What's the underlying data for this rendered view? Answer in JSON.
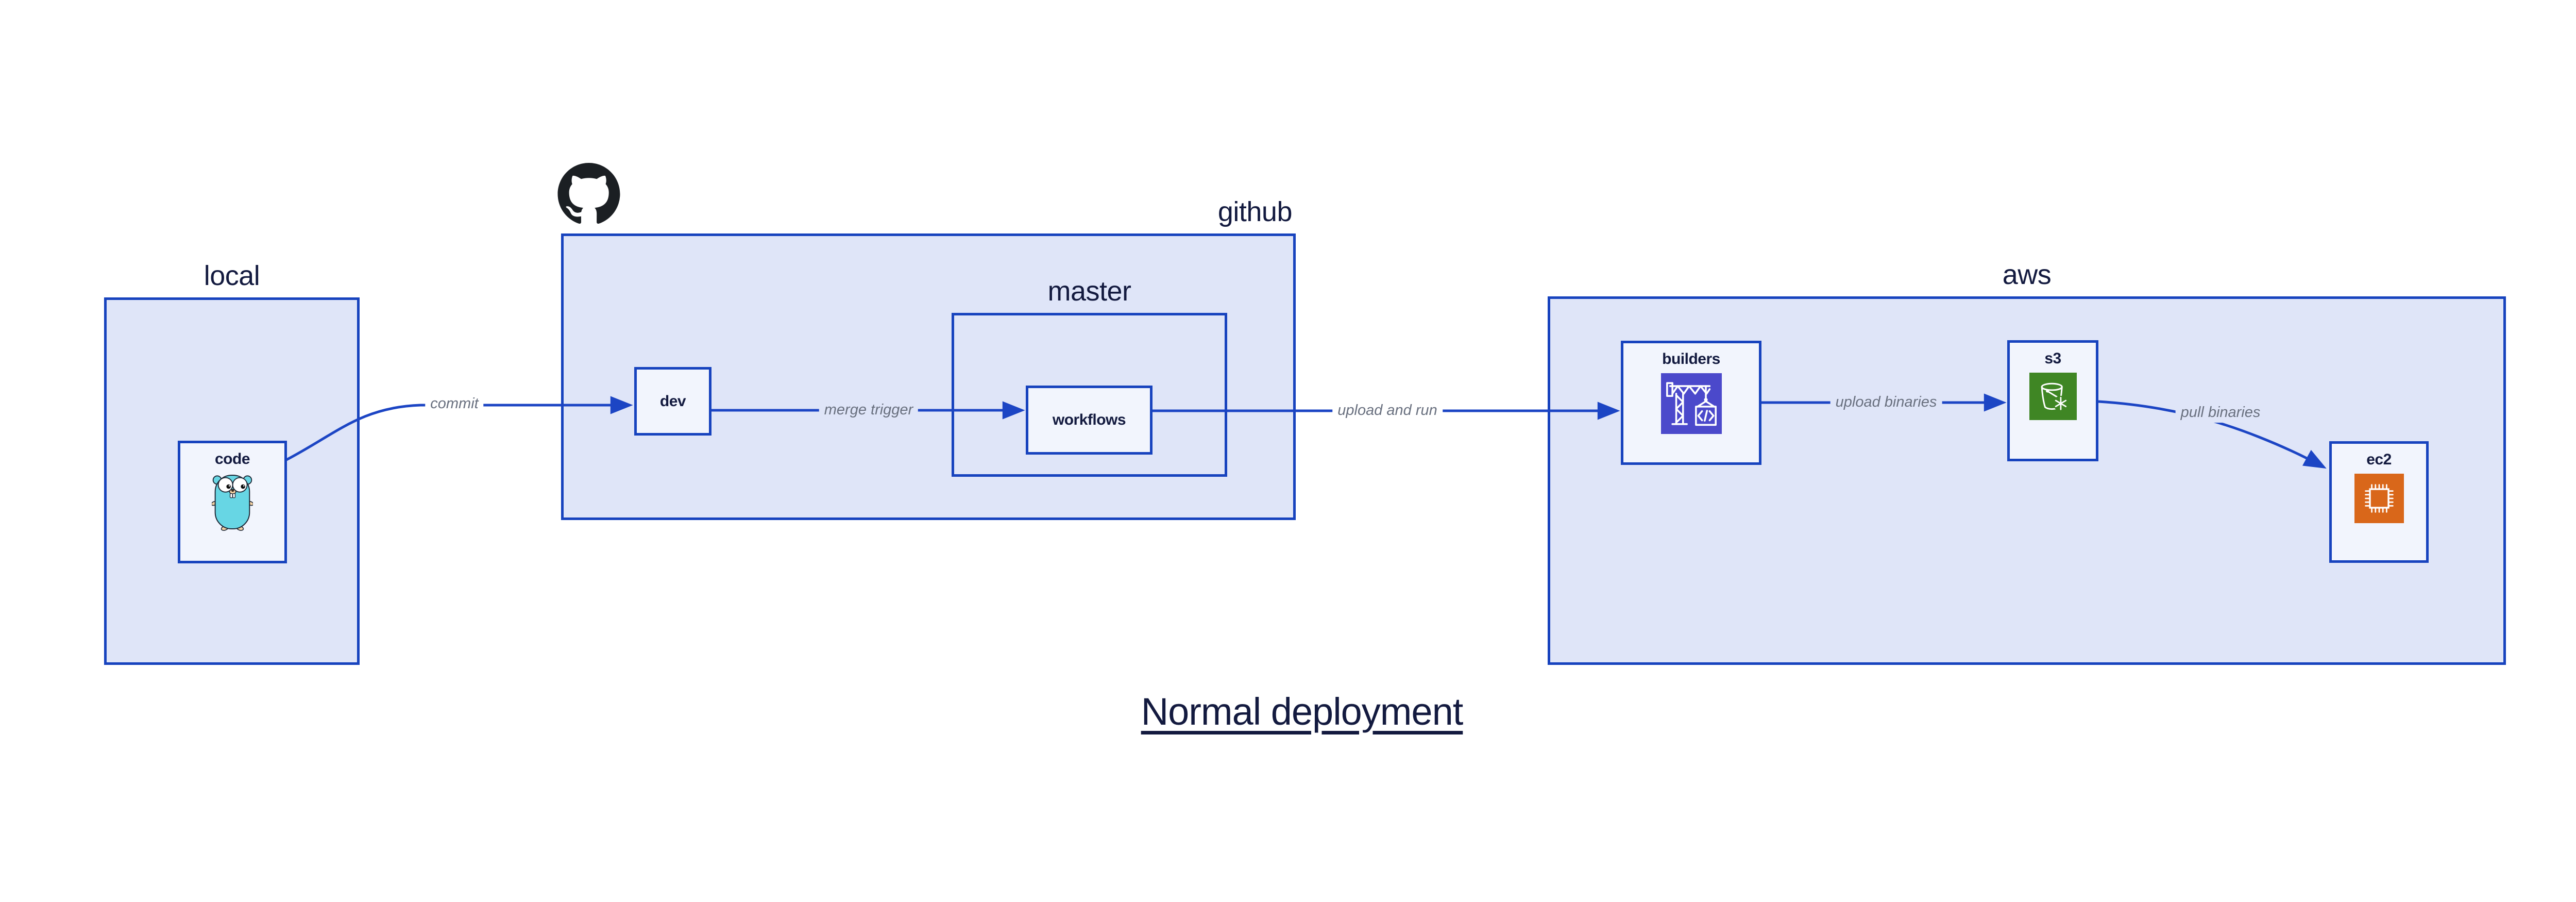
{
  "title": {
    "text": "Normal deployment"
  },
  "groups": {
    "local": {
      "label": "local"
    },
    "github": {
      "label": "github",
      "icon": "github-octocat-icon"
    },
    "master": {
      "label": "master"
    },
    "aws": {
      "label": "aws"
    }
  },
  "nodes": {
    "code": {
      "label": "code",
      "icon": "go-gopher-icon"
    },
    "dev": {
      "label": "dev"
    },
    "workflows": {
      "label": "workflows"
    },
    "builders": {
      "label": "builders",
      "icon": "aws-codebuild-icon"
    },
    "s3": {
      "label": "s3",
      "icon": "aws-s3-icon"
    },
    "ec2": {
      "label": "ec2",
      "icon": "aws-ec2-icon"
    }
  },
  "edges": [
    {
      "from": "code",
      "to": "dev",
      "label": "commit"
    },
    {
      "from": "dev",
      "to": "workflows",
      "label": "merge trigger"
    },
    {
      "from": "workflows",
      "to": "builders",
      "label": "upload and run"
    },
    {
      "from": "builders",
      "to": "s3",
      "label": "upload binaries"
    },
    {
      "from": "s3",
      "to": "ec2",
      "label": "pull binaries"
    }
  ],
  "colors": {
    "page-bg": "#ffffff",
    "group-fill": "#dfe5f8",
    "group-border": "#1743be",
    "node-fill": "#f2f5fd",
    "node-border": "#1743be",
    "edge-line": "#1c45c4",
    "label-dark": "#131a3f",
    "edge-label-gray": "#69707f",
    "codebuild-indigo": "#4b49cb",
    "s3-green": "#3f8624",
    "ec2-orange": "#d9671a",
    "octocat-black": "#1b1f23",
    "gopher-teal": "#67d6e4",
    "gopher-skin": "#f6d2a2"
  }
}
